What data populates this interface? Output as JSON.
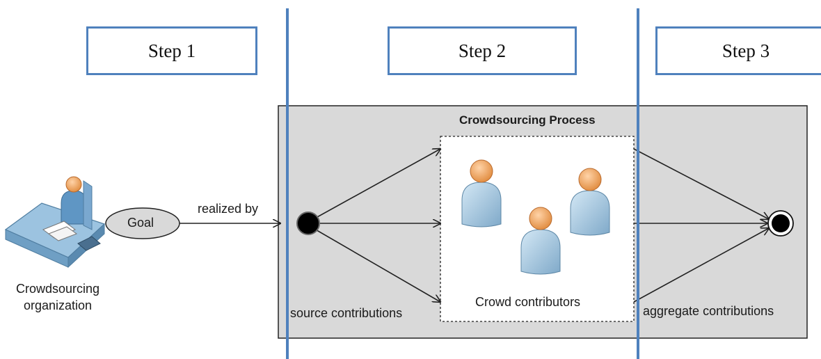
{
  "steps": [
    {
      "label": "Step 1"
    },
    {
      "label": "Step 2"
    },
    {
      "label": "Step 3"
    }
  ],
  "organization": {
    "label_line1": "Crowdsourcing",
    "label_line2": "organization"
  },
  "goal": {
    "label": "Goal"
  },
  "edge_label": "realized by",
  "process": {
    "title": "Crowdsourcing Process",
    "crowd_label": "Crowd contributors",
    "source_label": "source contributions",
    "aggregate_label": "aggregate contributions"
  },
  "colors": {
    "step_border": "#4f81bd",
    "divider": "#4f81bd",
    "process_fill": "#d9d9d9",
    "person_body": "#a9cbe3",
    "person_head": "#f2a96a"
  }
}
